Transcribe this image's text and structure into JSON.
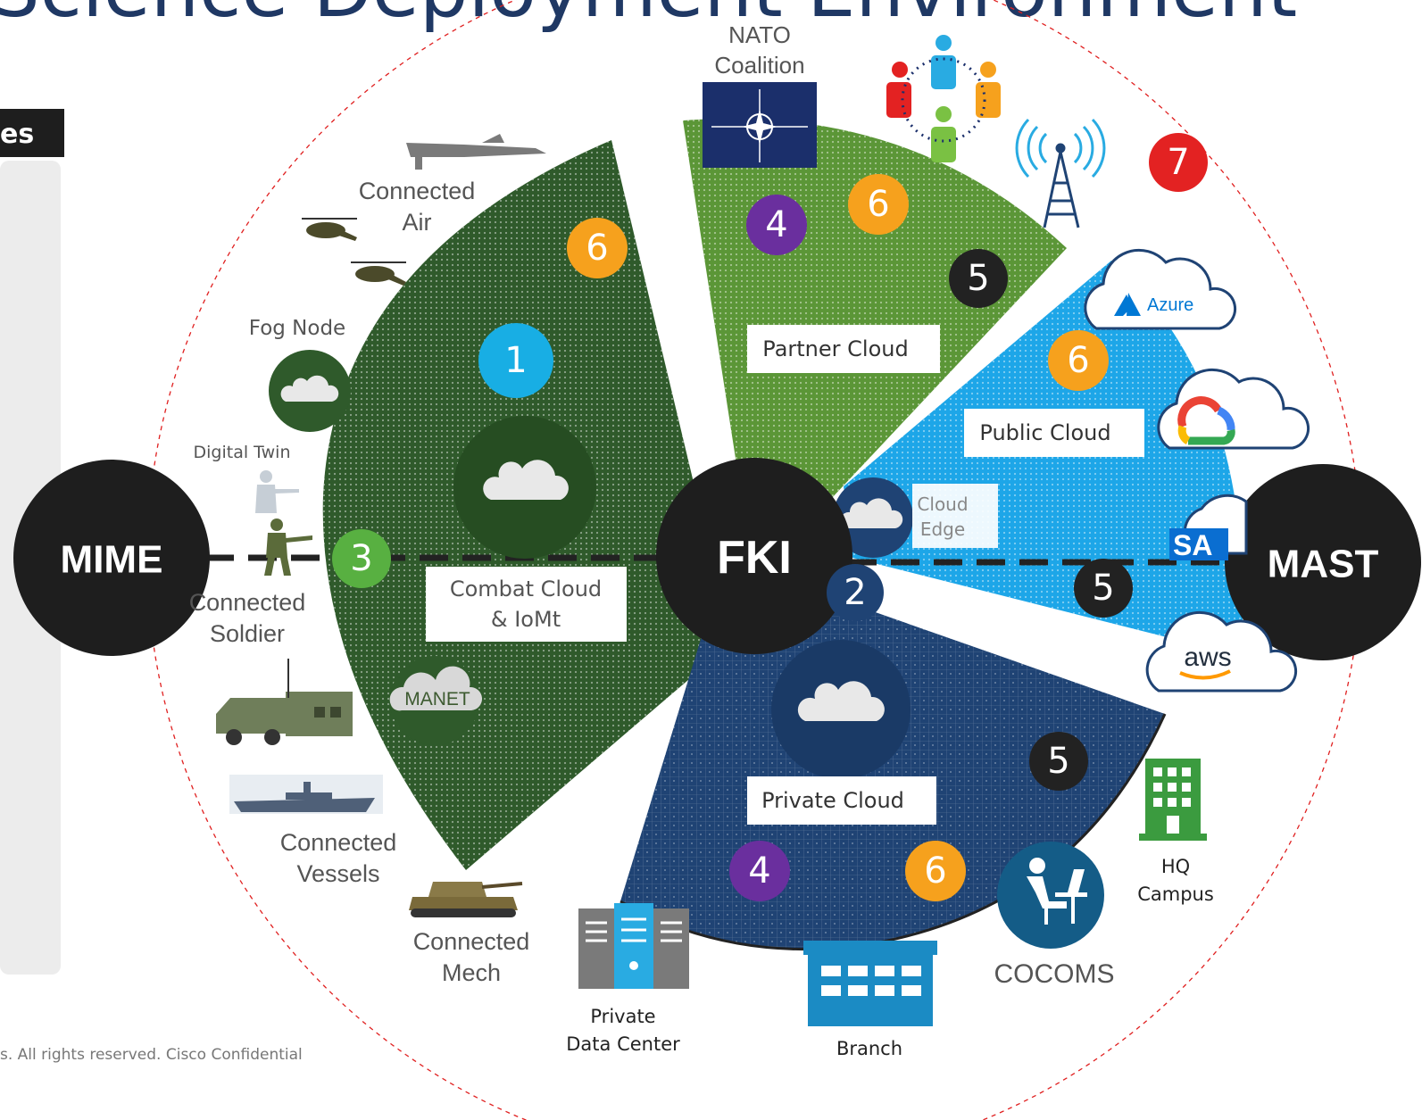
{
  "title_fragment": "Science Deployment Environment",
  "left_panel": {
    "tab_label": "es"
  },
  "footer": {
    "text": "s. All rights reserved.   Cisco Confidential"
  },
  "hubs": {
    "left": "MIME",
    "center": "FKI",
    "right": "MAST"
  },
  "segments": {
    "combat": {
      "label_line1": "Combat Cloud",
      "label_line2": "& IoMt",
      "color": "#2f5a2b"
    },
    "partner": {
      "label": "Partner Cloud",
      "color": "#5b9637"
    },
    "public": {
      "label": "Public Cloud",
      "color": "#1da6e8"
    },
    "private": {
      "label": "Private Cloud",
      "color": "#1f4374"
    }
  },
  "cloud_edge": {
    "line1": "Cloud",
    "line2": "Edge"
  },
  "badges": [
    {
      "value": "1",
      "color": "#18aee4"
    },
    {
      "value": "2",
      "color": "#1f4374"
    },
    {
      "value": "3",
      "color": "#58b041"
    },
    {
      "value": "4",
      "color": "#6a2f9e"
    },
    {
      "value": "4",
      "color": "#6a2f9e"
    },
    {
      "value": "5",
      "color": "#222222"
    },
    {
      "value": "5",
      "color": "#222222"
    },
    {
      "value": "5",
      "color": "#222222"
    },
    {
      "value": "6",
      "color": "#f6a11d"
    },
    {
      "value": "6",
      "color": "#f6a11d"
    },
    {
      "value": "6",
      "color": "#f6a11d"
    },
    {
      "value": "6",
      "color": "#f6a11d"
    },
    {
      "value": "7",
      "color": "#e32222"
    }
  ],
  "labels": {
    "nato_line1": "NATO",
    "nato_line2": "Coalition",
    "connected_air_line1": "Connected",
    "connected_air_line2": "Air",
    "fog_node": "Fog Node",
    "digital_twin": "Digital Twin",
    "connected_soldier_line1": "Connected",
    "connected_soldier_line2": "Soldier",
    "manet": "MANET",
    "connected_vessels_line1": "Connected",
    "connected_vessels_line2": "Vessels",
    "connected_mech_line1": "Connected",
    "connected_mech_line2": "Mech",
    "private_dc_line1": "Private",
    "private_dc_line2": "Data Center",
    "branch": "Branch",
    "cocoms": "COCOMS",
    "hq_line1": "HQ",
    "hq_line2": "Campus",
    "azure": "Azure",
    "aws": "aws",
    "sap": "SA"
  }
}
